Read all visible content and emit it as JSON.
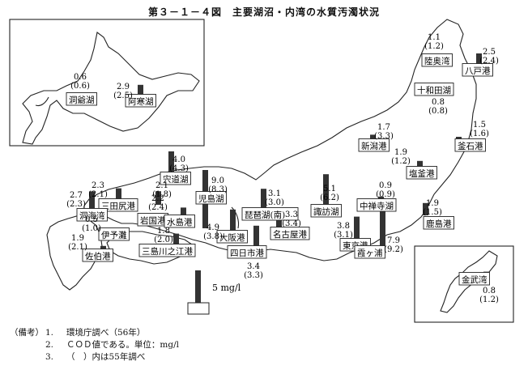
{
  "title": "第３－１－４図　主要湖沼・内湾の水質汚濁状況",
  "unit_label": "5 mg/l",
  "notes_header": "（備考）",
  "notes": [
    {
      "num": "1.",
      "text": "環境庁調べ（56年）"
    },
    {
      "num": "2.",
      "text": "ＣＯＤ値である。単位：mg/l"
    },
    {
      "num": "3.",
      "text": "（　）内は55年調べ"
    }
  ],
  "legend_scale": {
    "value": 5,
    "unit": "mg/l"
  },
  "colors": {
    "bar": "#333333",
    "line": "#222222",
    "paper": "#ffffff"
  },
  "chart_data": {
    "type": "bar",
    "title": "第３－１－４図　主要湖沼・内湾の水質汚濁状況",
    "unit": "mg/l",
    "series": [
      {
        "name": "56年",
        "values": [
          0.6,
          2.9,
          1.1,
          2.5,
          0.8,
          1.7,
          1.5,
          1.9,
          4.0,
          2.3,
          2.1,
          2.7,
          2.2,
          9.0,
          3.1,
          5.1,
          0.9,
          1.9,
          3.3,
          4.9,
          3.8,
          3.4,
          1.9,
          0.5,
          1.8,
          7.9,
          0.8
        ]
      },
      {
        "name": "55年",
        "values": [
          0.6,
          2.5,
          1.2,
          2.4,
          0.8,
          3.3,
          1.6,
          1.2,
          4.3,
          2.1,
          1.8,
          2.3,
          2.4,
          8.3,
          3.0,
          6.2,
          0.9,
          1.5,
          3.4,
          3.8,
          3.1,
          3.3,
          2.1,
          1.0,
          2.0,
          9.2,
          1.2
        ]
      }
    ],
    "sites": [
      {
        "name": "洞爺湖",
        "v": "0.6",
        "p": "(0.6)"
      },
      {
        "name": "阿寒湖",
        "v": "2.9",
        "p": "(2.5)"
      },
      {
        "name": "陸奥湾",
        "v": "1.1",
        "p": "(1.2)"
      },
      {
        "name": "八戸港",
        "v": "2.5",
        "p": "(2.4)"
      },
      {
        "name": "十和田湖",
        "v": "0.8",
        "p": "(0.8)"
      },
      {
        "name": "新潟港",
        "v": "1.7",
        "p": "(3.3)"
      },
      {
        "name": "釜石港",
        "v": "1.5",
        "p": "(1.6)"
      },
      {
        "name": "塩釜港",
        "v": "1.9",
        "p": "(1.2)"
      },
      {
        "name": "宍道湖",
        "v": "4.0",
        "p": "(4.3)"
      },
      {
        "name": "三田尻港",
        "v": "2.3",
        "p": "(2.1)"
      },
      {
        "name": "岩国港",
        "v": "2.1",
        "p": "(1.8)"
      },
      {
        "name": "洞海湾",
        "v": "2.7",
        "p": "(2.3)"
      },
      {
        "name": "水島港",
        "v": "2.2",
        "p": "(2.4)"
      },
      {
        "name": "児島湖",
        "v": "9.0",
        "p": "(8.3)"
      },
      {
        "name": "琵琶湖(南)",
        "v": "3.1",
        "p": "(3.0)"
      },
      {
        "name": "諏訪湖",
        "v": "5.1",
        "p": "(6.2)"
      },
      {
        "name": "中禅寺湖",
        "v": "0.9",
        "p": "(0.9)"
      },
      {
        "name": "鹿島港",
        "v": "1.9",
        "p": "(1.5)"
      },
      {
        "name": "名古屋港",
        "v": "3.3",
        "p": "(3.4)"
      },
      {
        "name": "大阪港",
        "v": "4.9",
        "p": "(3.8)"
      },
      {
        "name": "東京港",
        "v": "3.8",
        "p": "(3.1)"
      },
      {
        "name": "四日市港",
        "v": "3.4",
        "p": "(3.3)"
      },
      {
        "name": "佐伯港",
        "v": "1.9",
        "p": "(2.1)"
      },
      {
        "name": "伊予灘",
        "v": "0.5",
        "p": "(1.0)"
      },
      {
        "name": "三島川之江港",
        "v": "1.8",
        "p": "(2.0)"
      },
      {
        "name": "霞ヶ浦",
        "v": "7.9",
        "p": "(9.2)"
      },
      {
        "name": "金武湾",
        "v": "0.8",
        "p": "(1.2)"
      }
    ]
  }
}
